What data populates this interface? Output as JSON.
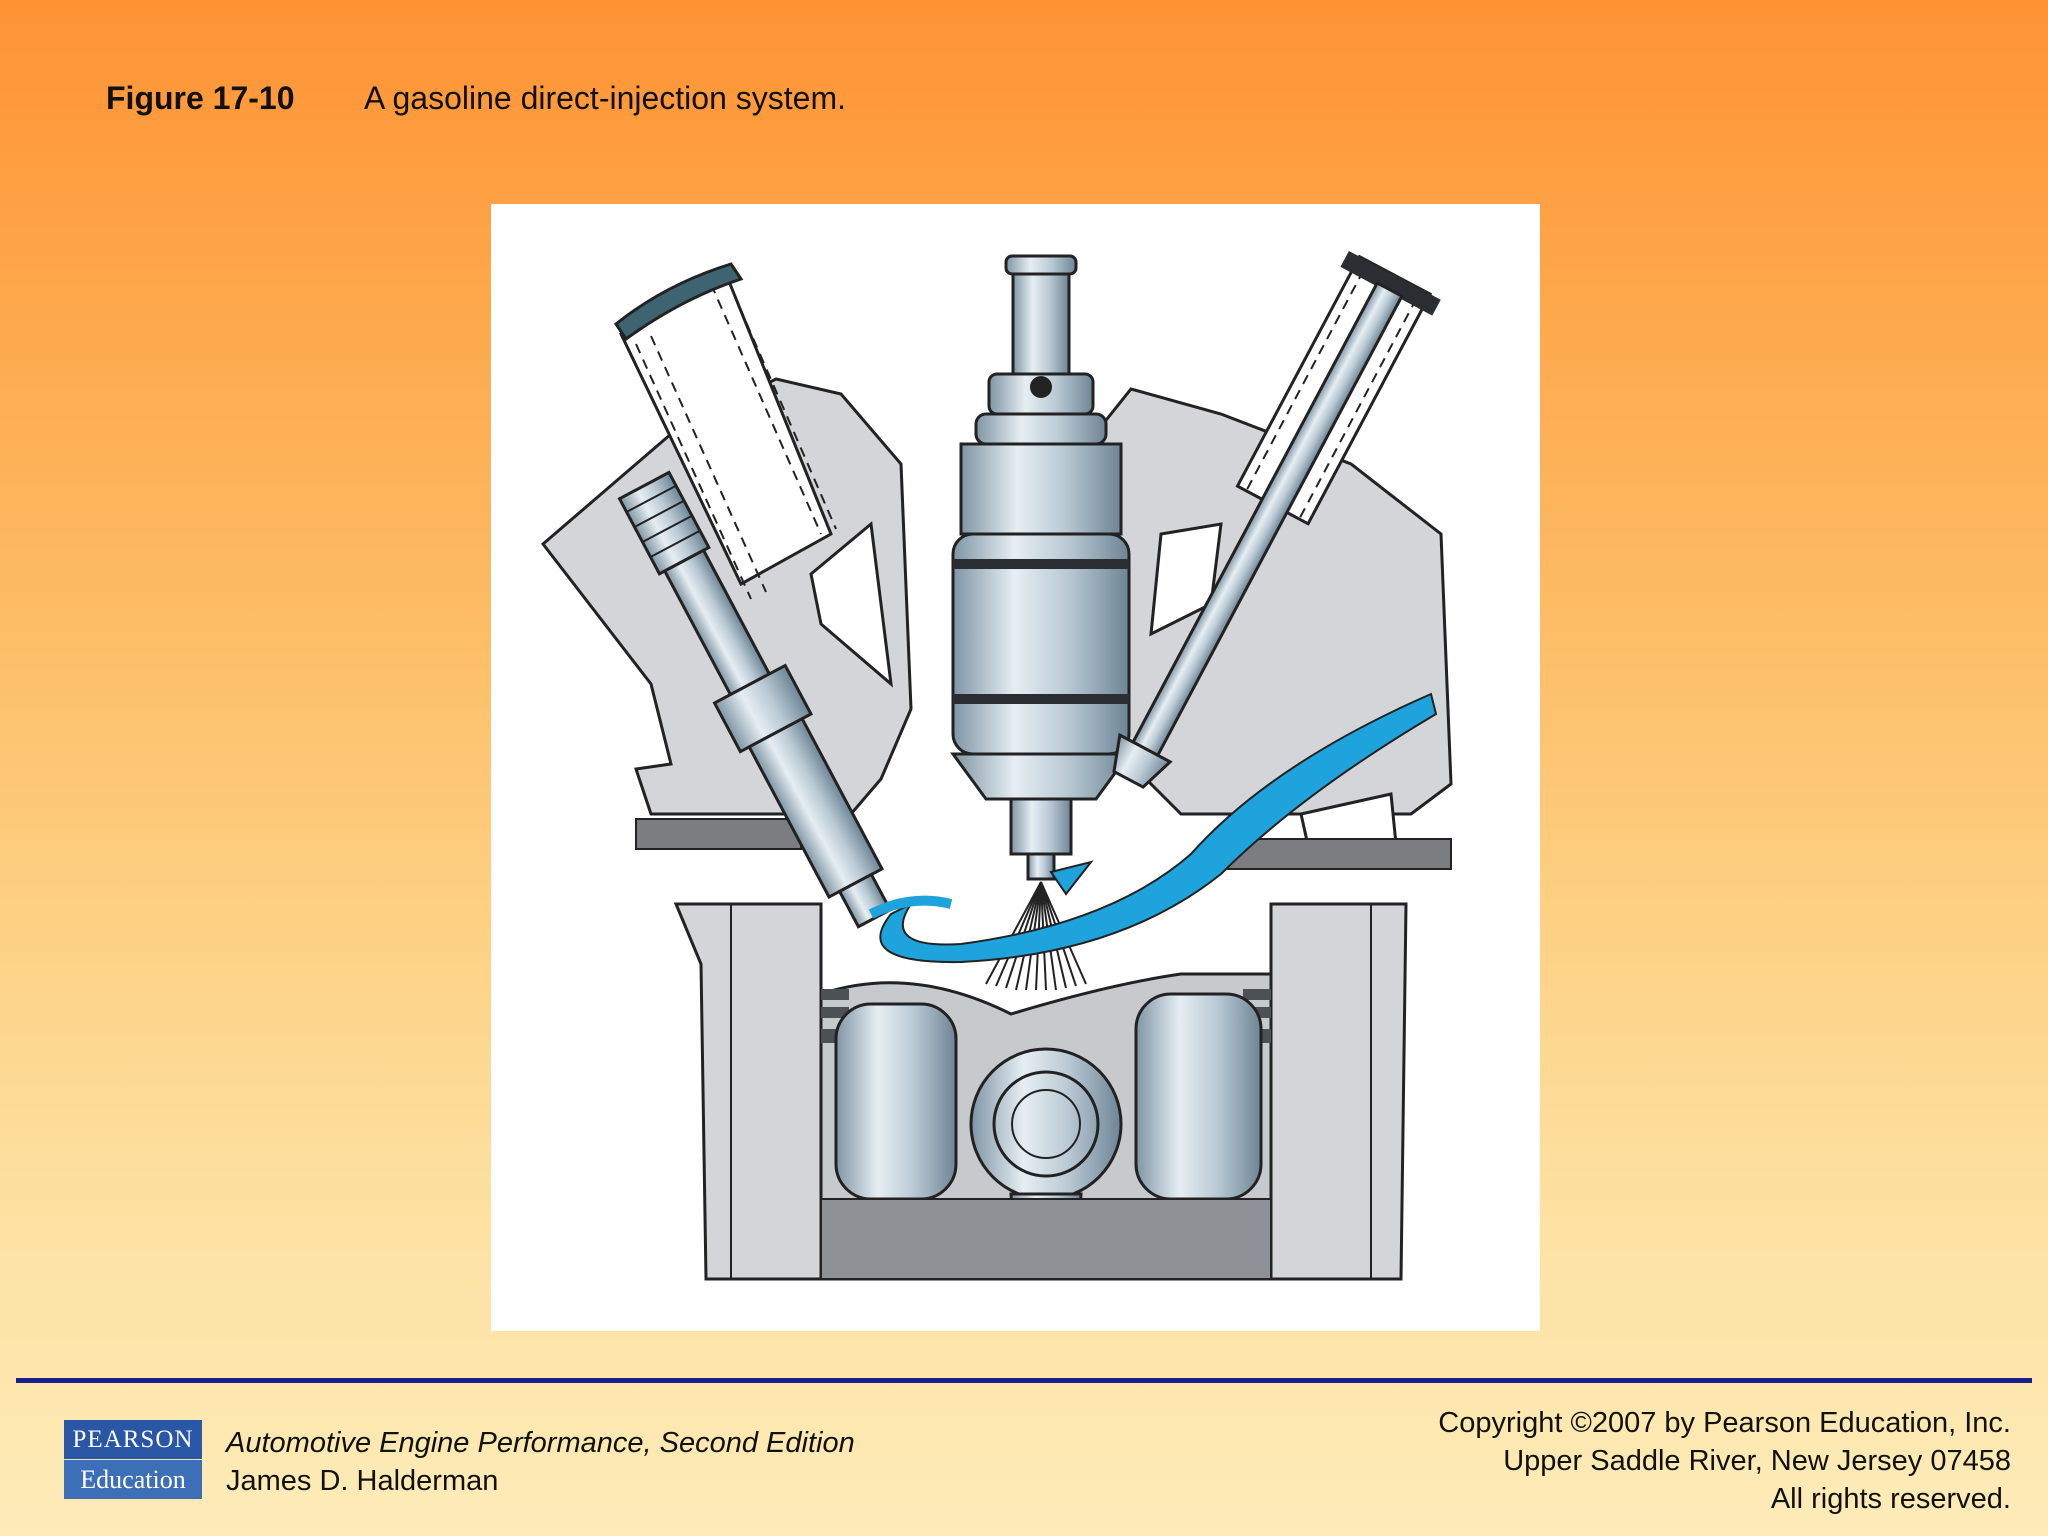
{
  "figure": {
    "number": "Figure 17-10",
    "caption": "A gasoline direct-injection system."
  },
  "footer": {
    "logo": {
      "top": "PEARSON",
      "bottom": "Education"
    },
    "book_title": "Automotive Engine Performance, Second Edition",
    "author": "James D. Halderman",
    "copyright_lines": [
      "Copyright ©2007 by Pearson Education, Inc.",
      "Upper Saddle River, New Jersey 07458",
      "All rights reserved."
    ]
  },
  "colors": {
    "rule": "#1a1f8c",
    "logo_top": "#2a56a6",
    "logo_bottom": "#3d6fb8",
    "airflow_arrow": "#1ea3dc"
  }
}
